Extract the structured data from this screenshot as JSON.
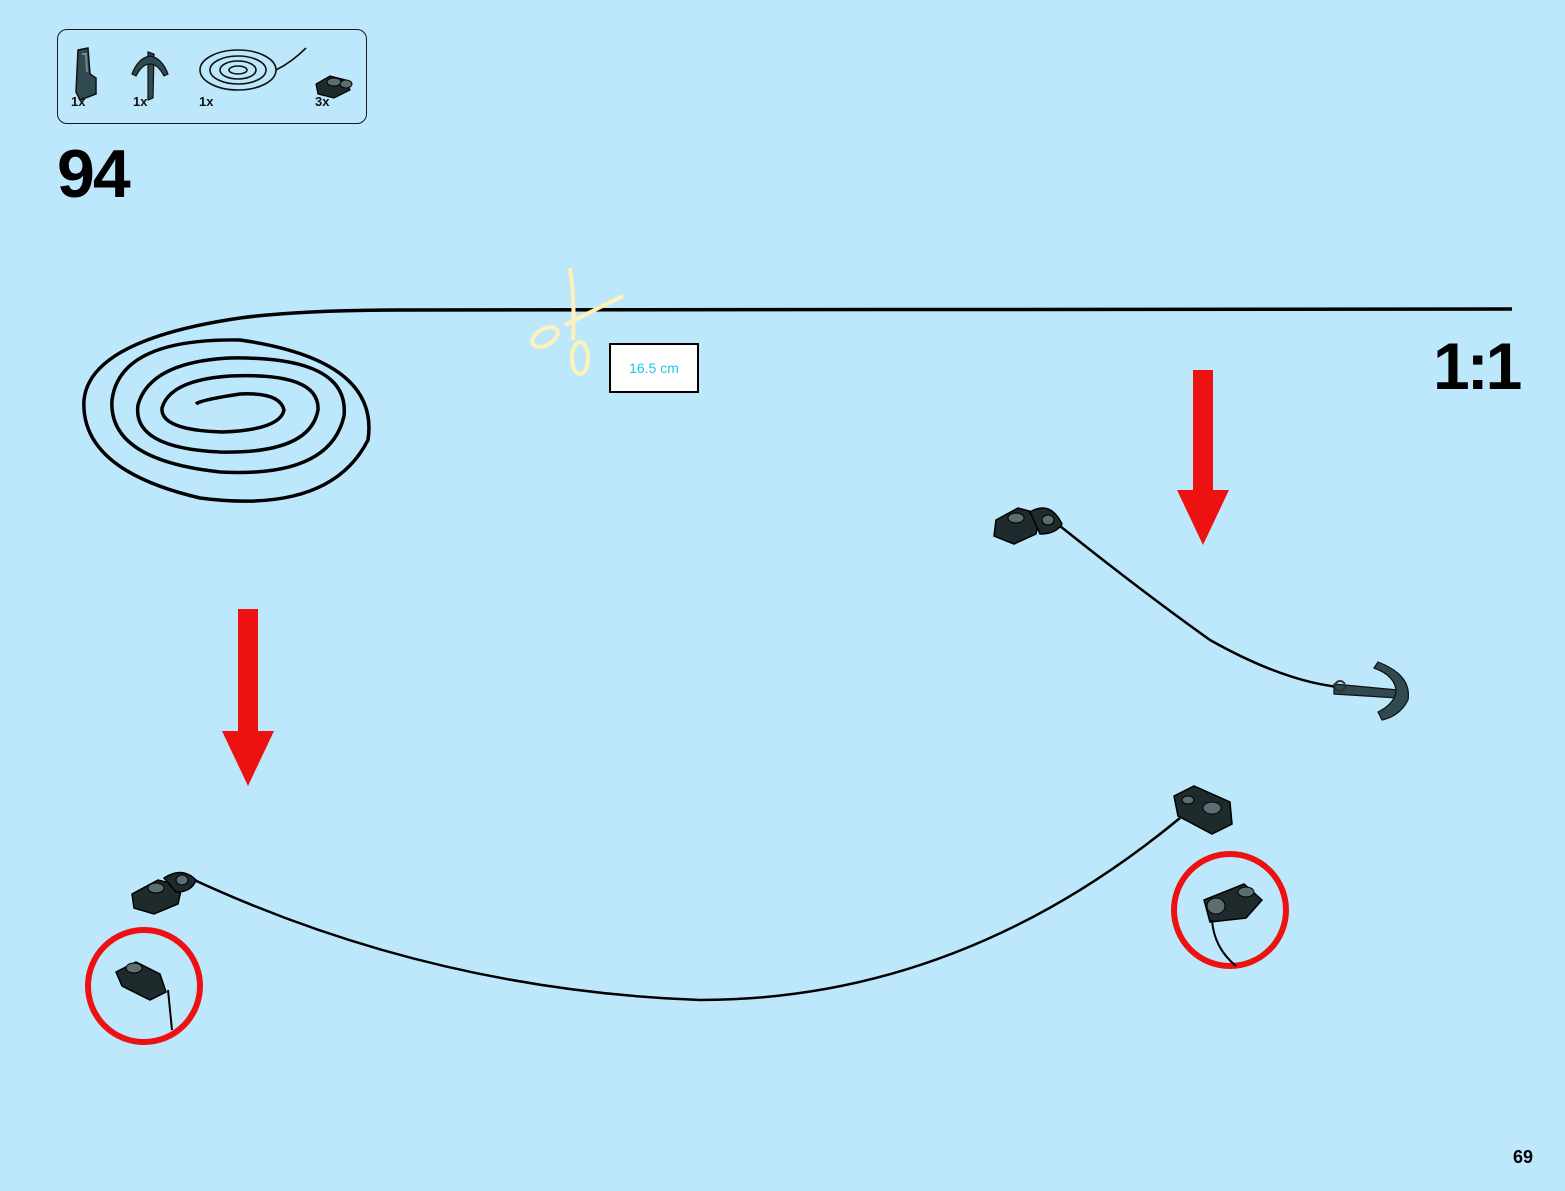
{
  "parts_list": {
    "items": [
      {
        "icon": "bracket-piece-icon",
        "quantity": "1x"
      },
      {
        "icon": "anchor-piece-icon",
        "quantity": "1x"
      },
      {
        "icon": "string-coil-icon",
        "quantity": "1x"
      },
      {
        "icon": "string-clip-plate-icon",
        "quantity": "3x"
      }
    ]
  },
  "step": {
    "number": "94",
    "scale": "1:1",
    "cut_length": "16.5 cm"
  },
  "page": {
    "number": "69"
  },
  "colors": {
    "background": "#bde8fc",
    "arrow": "#ee1111",
    "highlight_circle": "#ee1111",
    "scissors": "#fff2b8",
    "length_text": "#1ec9e8"
  }
}
